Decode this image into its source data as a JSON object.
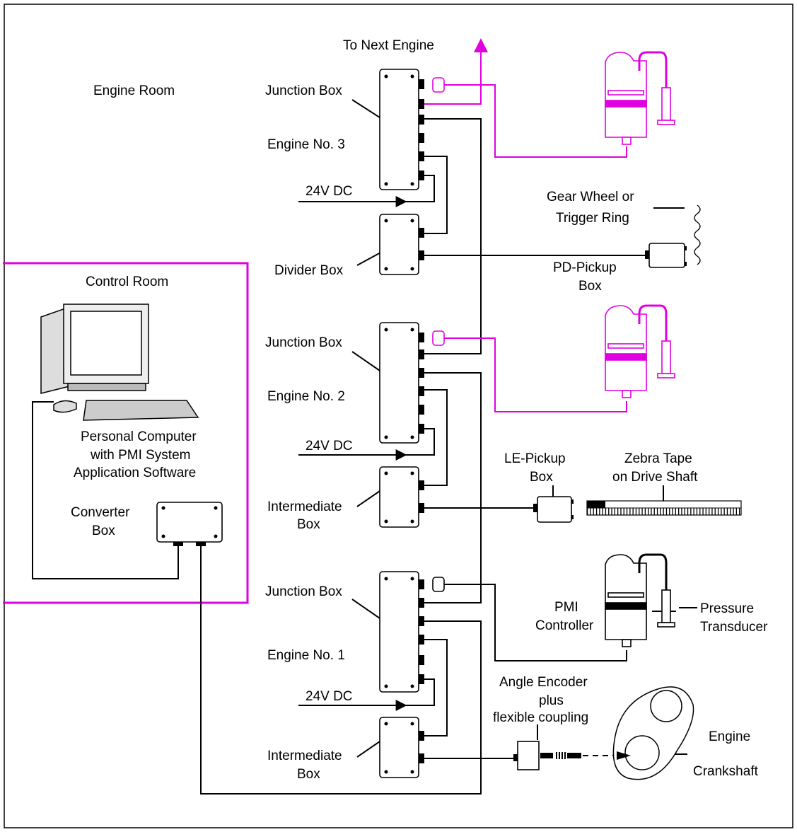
{
  "labels": {
    "to_next_engine": "To Next Engine",
    "engine_room": "Engine Room",
    "control_room": "Control Room",
    "jb3": "Junction Box",
    "eng3": "Engine No. 3",
    "dc3": "24V DC",
    "divider": "Divider Box",
    "gear_1": "Gear Wheel or",
    "gear_2": "Trigger Ring",
    "pd_1": "PD-Pickup",
    "pd_2": "Box",
    "jb2": "Junction Box",
    "eng2": "Engine No. 2",
    "dc2": "24V DC",
    "inter2_1": "Intermediate",
    "inter2_2": "Box",
    "le_1": "LE-Pickup",
    "le_2": "Box",
    "zebra_1": "Zebra Tape",
    "zebra_2": "on Drive Shaft",
    "pc_1": "Personal Computer",
    "pc_2": "with PMI System",
    "pc_3": "Application Software",
    "conv_1": "Converter",
    "conv_2": "Box",
    "jb1": "Junction Box",
    "eng1": "Engine No. 1",
    "dc1": "24V DC",
    "inter1_1": "Intermediate",
    "inter1_2": "Box",
    "pmi_1": "PMI",
    "pmi_2": "Controller",
    "pt_1": "Pressure",
    "pt_2": "Transducer",
    "enc_1": "Angle Encoder",
    "enc_2": "plus",
    "enc_3": "flexible coupling",
    "engine": "Engine",
    "crankshaft": "Crankshaft"
  },
  "colors": {
    "control_room_border": "#e000e0",
    "magenta_cable": "#e000e0"
  }
}
